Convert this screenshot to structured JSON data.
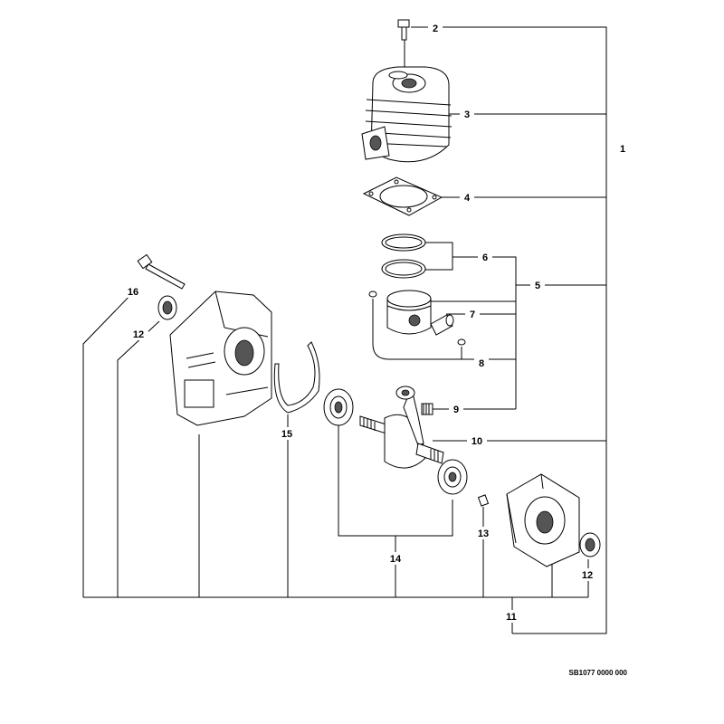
{
  "callouts": {
    "c1": "1",
    "c2": "2",
    "c3": "3",
    "c4": "4",
    "c5": "5",
    "c6": "6",
    "c7": "7",
    "c8": "8",
    "c9": "9",
    "c10": "10",
    "c11": "11",
    "c12a": "12",
    "c12b": "12",
    "c13": "13",
    "c14": "14",
    "c15": "15",
    "c16": "16"
  },
  "drawing_code": "SB1077 0000 000"
}
